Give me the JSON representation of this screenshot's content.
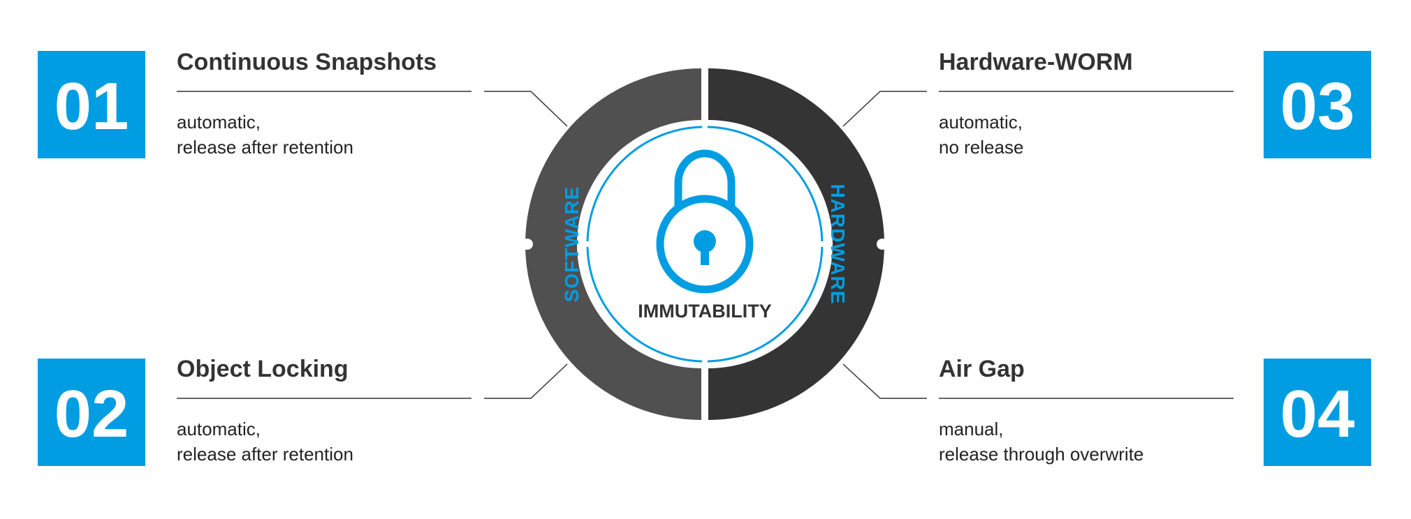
{
  "colors": {
    "accent": "#009de2",
    "software_ring": "#505050",
    "hardware_ring": "#333433",
    "text": "#333333"
  },
  "center": {
    "label": "IMMUTABILITY",
    "icon": "padlock-icon"
  },
  "ring": {
    "left_label": "SOFTWARE",
    "right_label": "HARDWARE"
  },
  "items": [
    {
      "number": "01",
      "title": "Continuous Snapshots",
      "desc": [
        "automatic,",
        "release after retention"
      ]
    },
    {
      "number": "02",
      "title": "Object Locking",
      "desc": [
        "automatic,",
        "release after retention"
      ]
    },
    {
      "number": "03",
      "title": "Hardware-WORM",
      "desc": [
        "automatic,",
        "no release"
      ]
    },
    {
      "number": "04",
      "title": "Air Gap",
      "desc": [
        "manual,",
        "release through overwrite"
      ]
    }
  ]
}
